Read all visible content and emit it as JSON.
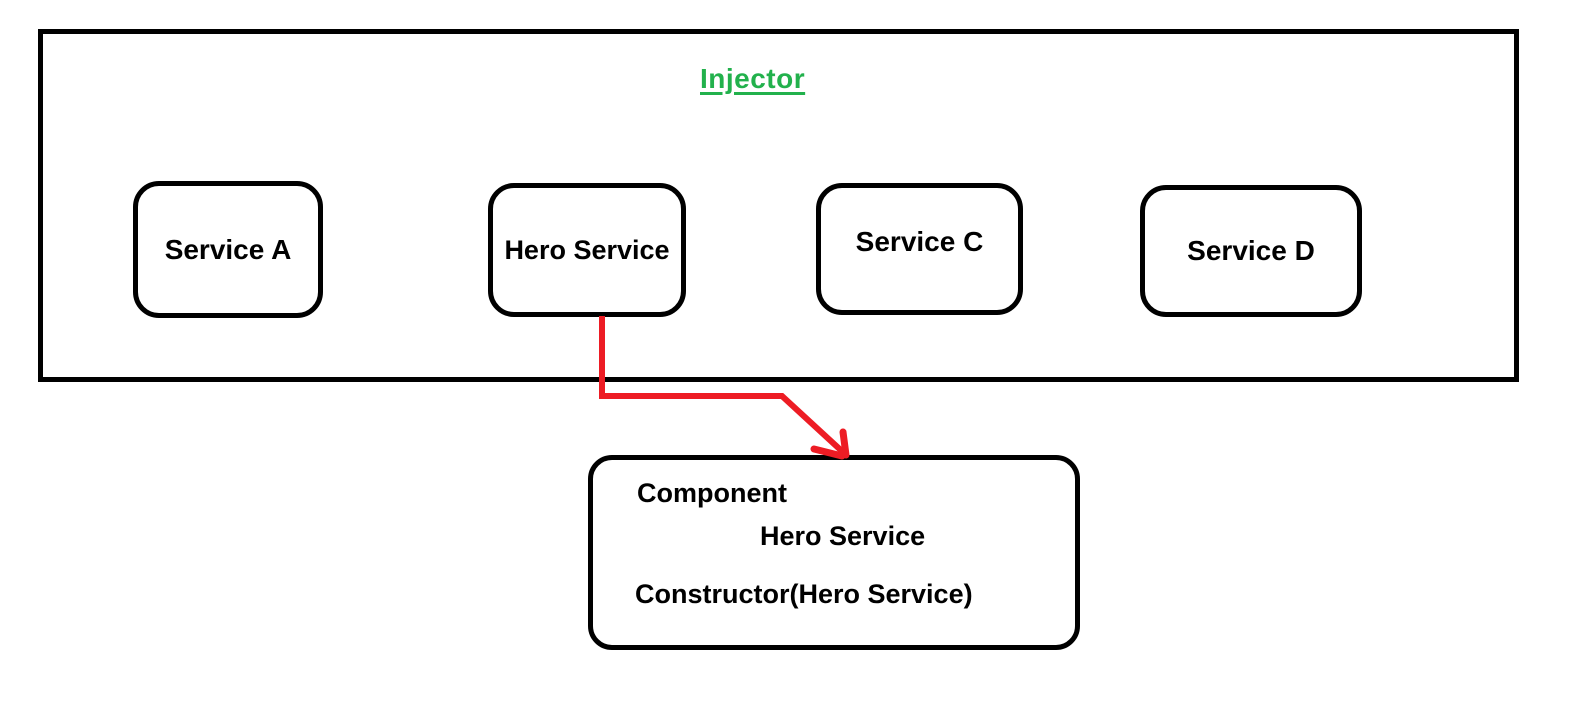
{
  "injector": {
    "title": "Injector",
    "title_color": "#22B14C",
    "services": [
      {
        "label": "Service A"
      },
      {
        "label": "Hero Service"
      },
      {
        "label": "Service C"
      },
      {
        "label": "Service D"
      }
    ]
  },
  "component": {
    "title": "Component",
    "injected_service": "Hero Service",
    "constructor": "Constructor(Hero Service)"
  },
  "arrow": {
    "from": "Hero Service",
    "to": "Component",
    "color": "#ED1C24"
  },
  "colors": {
    "border": "#000000",
    "background": "#FFFFFF"
  }
}
